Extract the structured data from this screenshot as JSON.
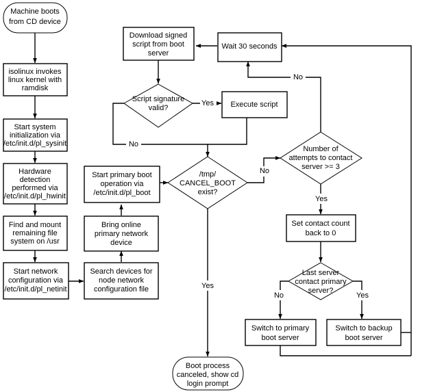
{
  "diagram": {
    "title": "PlanetLab node boot sequence flowchart",
    "colors": {
      "background": "#ffffff",
      "stroke": "#000000",
      "fill": "#ffffff",
      "text": "#000000"
    },
    "nodes": {
      "machine_boots": {
        "shape": "terminator",
        "lines": [
          "Machine boots",
          "from CD device"
        ]
      },
      "isolinux": {
        "shape": "process",
        "lines": [
          "isolinux invokes",
          "linux kernel with",
          "ramdisk"
        ]
      },
      "sysinit": {
        "shape": "process",
        "lines": [
          "Start system",
          "initialization via",
          "/etc/init.d/pl_sysinit"
        ]
      },
      "hwinit": {
        "shape": "process",
        "lines": [
          "Hardware",
          "detection",
          "performed via",
          "/etc/init.d/pl_hwinit"
        ]
      },
      "mount_usr": {
        "shape": "process",
        "lines": [
          "Find and mount",
          "remaining file",
          "system on /usr"
        ]
      },
      "netinit": {
        "shape": "process",
        "lines": [
          "Start network",
          "configuration via",
          "/etc/init.d/pl_netinit"
        ]
      },
      "search_devices": {
        "shape": "process",
        "lines": [
          "Search devices for",
          "node network",
          "configuration file"
        ]
      },
      "bring_online": {
        "shape": "process",
        "lines": [
          "Bring online",
          "primary network",
          "device"
        ]
      },
      "pl_boot": {
        "shape": "process",
        "lines": [
          "Start primary boot",
          "operation via",
          "/etc/init.d/pl_boot"
        ]
      },
      "cancel_boot": {
        "shape": "decision",
        "lines": [
          "/tmp/",
          "CANCEL_BOOT",
          "exist?"
        ]
      },
      "download_script": {
        "shape": "process",
        "lines": [
          "Download signed",
          "script from boot",
          "server"
        ]
      },
      "wait_30": {
        "shape": "process",
        "lines": [
          "Wait 30 seconds"
        ]
      },
      "sig_valid": {
        "shape": "decision",
        "lines": [
          "Script signature",
          "valid?"
        ]
      },
      "execute_script": {
        "shape": "process",
        "lines": [
          "Execute script"
        ]
      },
      "attempts": {
        "shape": "decision",
        "lines": [
          "Number of",
          "attempts to contact",
          "server >= 3"
        ]
      },
      "reset_count": {
        "shape": "process",
        "lines": [
          "Set contact count",
          "back to 0"
        ]
      },
      "last_primary": {
        "shape": "decision",
        "lines": [
          "Last server",
          "contact primary",
          "server?"
        ]
      },
      "switch_primary": {
        "shape": "process",
        "lines": [
          "Switch to primary",
          "boot server"
        ]
      },
      "switch_backup": {
        "shape": "process",
        "lines": [
          "Switch to backup",
          "boot server"
        ]
      },
      "boot_canceled": {
        "shape": "terminator",
        "lines": [
          "Boot process",
          "canceled, show cd",
          "login prompt"
        ]
      }
    },
    "edge_labels": {
      "sig_yes": "Yes",
      "sig_no": "No",
      "cancel_no": "No",
      "cancel_yes": "Yes",
      "attempts_yes": "Yes",
      "attempts_no": "No",
      "last_no": "No",
      "last_yes": "Yes"
    }
  }
}
